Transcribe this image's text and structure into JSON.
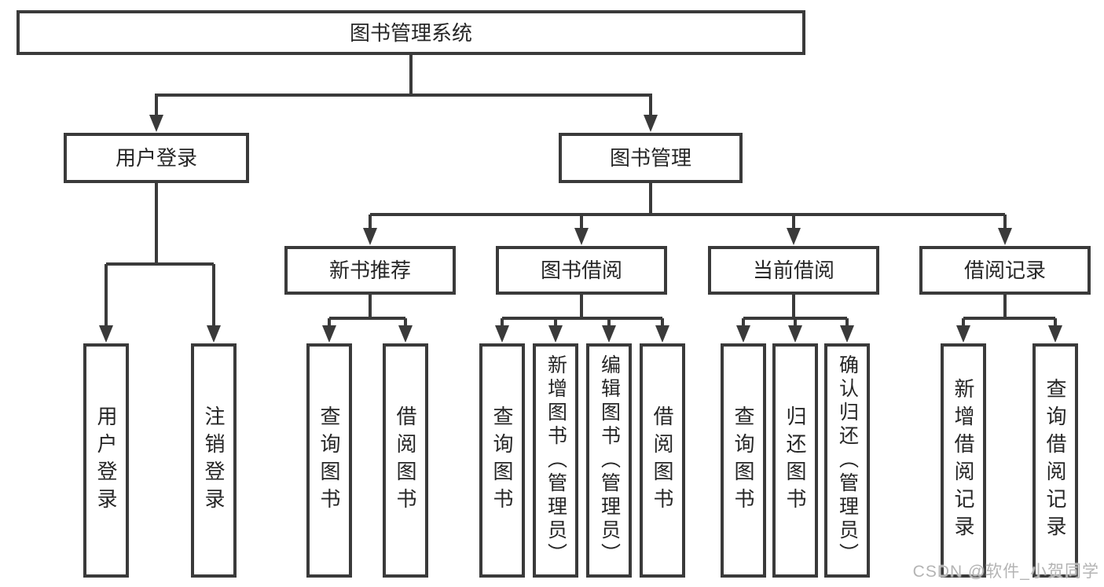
{
  "title": {
    "label": "图书管理系统"
  },
  "branches": {
    "user_login": {
      "label": "用户登录",
      "children": [
        "用户登录",
        "注销登录"
      ]
    },
    "book_mgmt": {
      "label": "图书管理",
      "sections": [
        {
          "label": "新书推荐",
          "children": [
            "查询图书",
            "借阅图书"
          ]
        },
        {
          "label": "图书借阅",
          "children": [
            "查询图书",
            "新增图书（管理员）",
            "编辑图书（管理员）",
            "借阅图书"
          ]
        },
        {
          "label": "当前借阅",
          "children": [
            "查询图书",
            "归还图书",
            "确认归还（管理员）"
          ]
        },
        {
          "label": "借阅记录",
          "children": [
            "新增借阅记录",
            "查询借阅记录"
          ]
        }
      ]
    }
  },
  "watermark": "CSDN @软件_小贺同学",
  "colors": {
    "line": "#3a3a3a",
    "text": "#262626",
    "watermark": "#b4b4b4",
    "background": "#ffffff"
  }
}
